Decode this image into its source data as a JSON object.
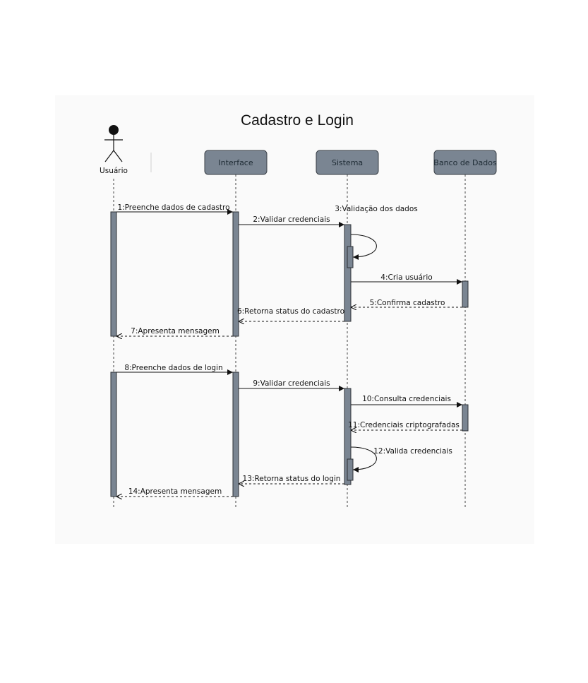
{
  "diagram": {
    "title": "Cadastro e Login",
    "participants": [
      {
        "name": "Usuário",
        "kind": "actor"
      },
      {
        "name": "Interface",
        "kind": "object"
      },
      {
        "name": "Sistema",
        "kind": "object"
      },
      {
        "name": "Banco de Dados",
        "kind": "object"
      }
    ],
    "messages": [
      {
        "label": "1:Preenche dados de cadastro",
        "from": "Usuário",
        "to": "Interface",
        "style": "solid"
      },
      {
        "label": "2:Validar credenciais",
        "from": "Interface",
        "to": "Sistema",
        "style": "solid"
      },
      {
        "label": "3:Validação dos dados",
        "from": "Sistema",
        "to": "Sistema",
        "style": "self"
      },
      {
        "label": "4:Cria usuário",
        "from": "Sistema",
        "to": "Banco de Dados",
        "style": "solid"
      },
      {
        "label": "5:Confirma cadastro",
        "from": "Banco de Dados",
        "to": "Sistema",
        "style": "dashed"
      },
      {
        "label": "6:Retorna status do cadastro",
        "from": "Sistema",
        "to": "Interface",
        "style": "dashed"
      },
      {
        "label": "7:Apresenta mensagem",
        "from": "Interface",
        "to": "Usuário",
        "style": "dashed"
      },
      {
        "label": "8:Preenche dados de login",
        "from": "Usuário",
        "to": "Interface",
        "style": "solid"
      },
      {
        "label": "9:Validar credenciais",
        "from": "Interface",
        "to": "Sistema",
        "style": "solid"
      },
      {
        "label": "10:Consulta credenciais",
        "from": "Sistema",
        "to": "Banco de Dados",
        "style": "solid"
      },
      {
        "label": "11:Credenciais criptografadas",
        "from": "Banco de Dados",
        "to": "Sistema",
        "style": "dashed"
      },
      {
        "label": "12:Valida credenciais",
        "from": "Sistema",
        "to": "Sistema",
        "style": "self"
      },
      {
        "label": "13:Retorna status do login",
        "from": "Sistema",
        "to": "Interface",
        "style": "dashed"
      },
      {
        "label": "14:Apresenta mensagem",
        "from": "Interface",
        "to": "Usuário",
        "style": "dashed"
      }
    ]
  },
  "colors": {
    "participant_fill": "#7a8592",
    "activation_fill": "#7a8592",
    "line": "#111111",
    "panel_background": "#fafafa"
  }
}
